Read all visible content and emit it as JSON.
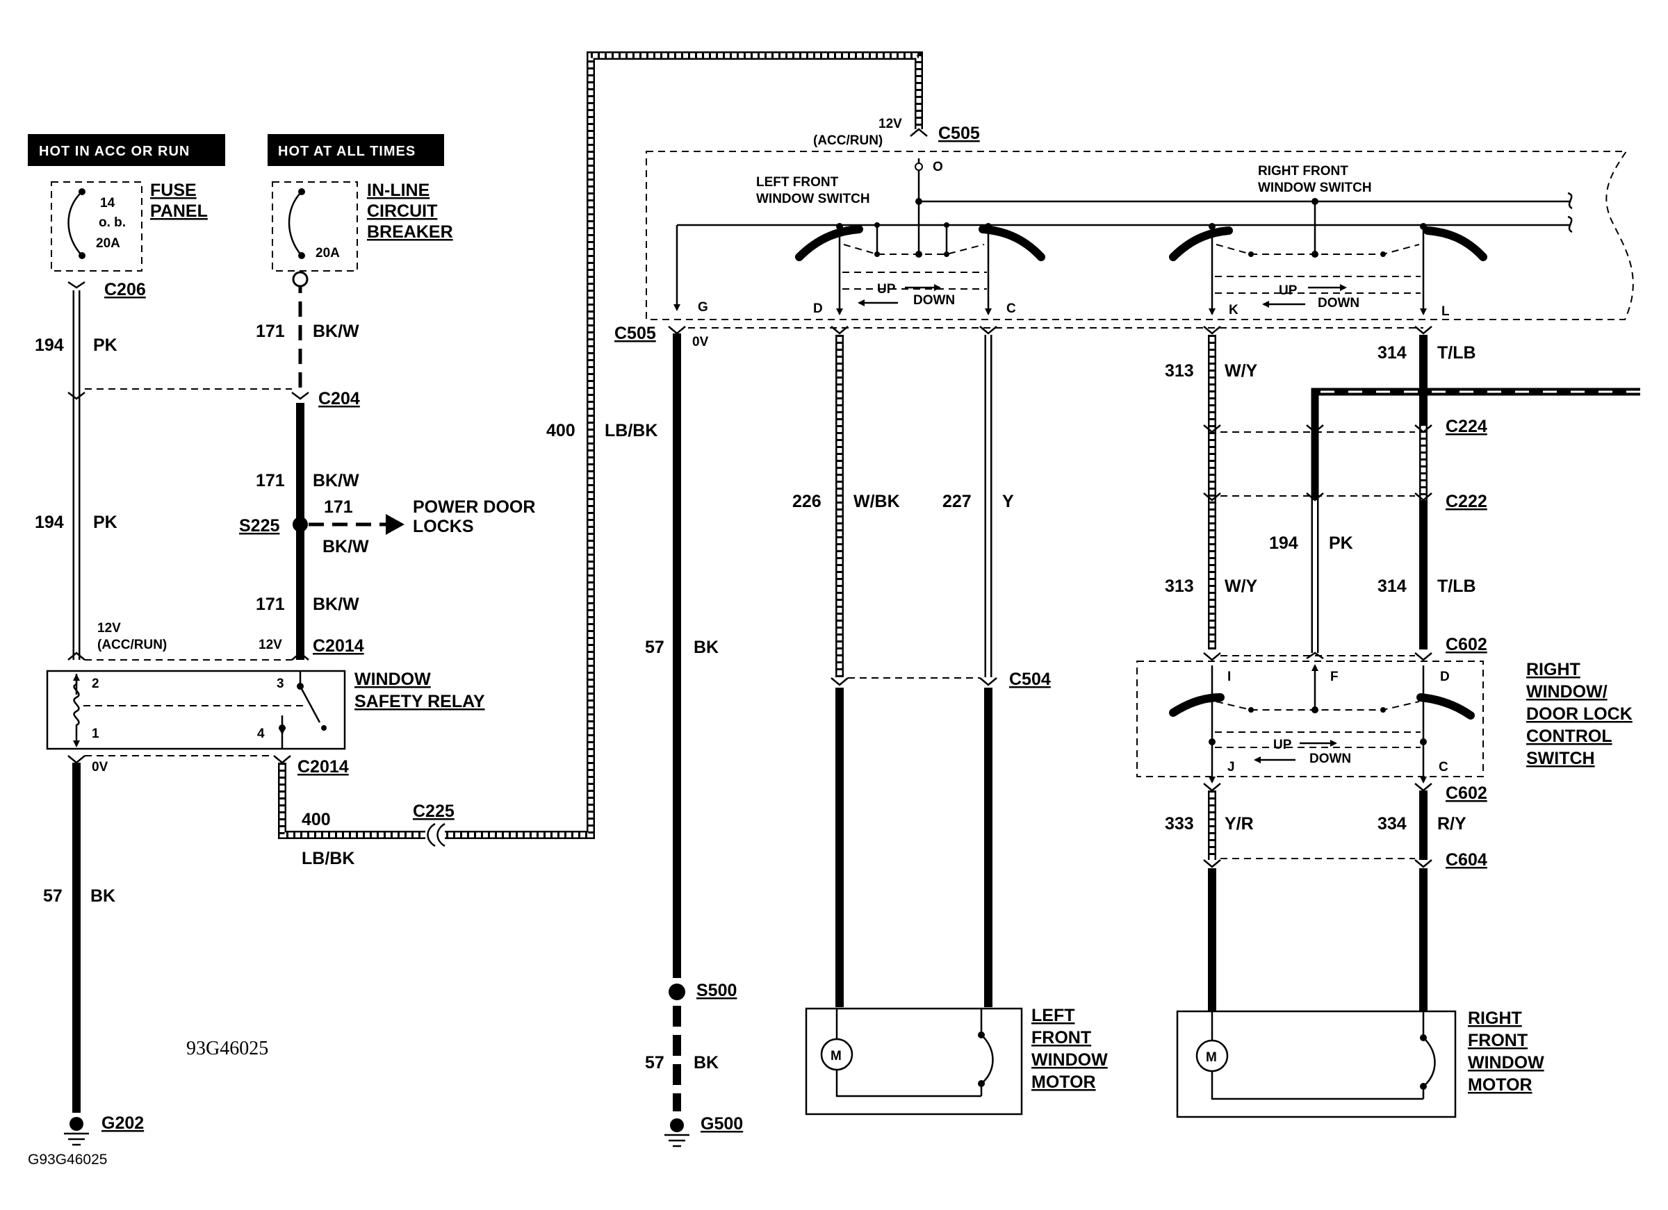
{
  "power_sources": {
    "acc_run": "HOT IN ACC OR RUN",
    "all_times": "HOT AT ALL TIMES"
  },
  "fuse_panel": {
    "title_1": "FUSE",
    "title_2": "PANEL",
    "fuse_number": "14",
    "fuse_ob": "o. b.",
    "fuse_rating": "20A"
  },
  "circuit_breaker": {
    "title_1": "IN-LINE",
    "title_2": "CIRCUIT",
    "title_3": "BREAKER",
    "rating": "20A"
  },
  "connectors": {
    "c206": "C206",
    "c204": "C204",
    "s225": "S225",
    "c2014_top": "C2014",
    "c2014_bottom": "C2014",
    "c225": "C225",
    "g202": "G202",
    "c505_top": "C505",
    "c505_left": "C505",
    "s500": "S500",
    "g500": "G500",
    "c504": "C504",
    "c224": "C224",
    "c222": "C222",
    "c602_top": "C602",
    "c602_bottom": "C602",
    "c604": "C604"
  },
  "wires": {
    "w194_a": {
      "num": "194",
      "color": "PK"
    },
    "w194_b": {
      "num": "194",
      "color": "PK"
    },
    "w171_a": {
      "num": "171",
      "color": "BK/W"
    },
    "w171_b": {
      "num": "171",
      "color": "BK/W"
    },
    "w171_c": {
      "num": "171",
      "color": "BK/W"
    },
    "w171_branch": {
      "num": "171",
      "color": "BK/W"
    },
    "w400_bottom": {
      "num": "400",
      "color": "LB/BK"
    },
    "w400_vertical": {
      "num": "400",
      "color": "LB/BK"
    },
    "w57_left": {
      "num": "57",
      "color": "BK"
    },
    "w57_mid": {
      "num": "57",
      "color": "BK"
    },
    "w57_lower": {
      "num": "57",
      "color": "BK"
    },
    "w226": {
      "num": "226",
      "color": "W/BK"
    },
    "w227": {
      "num": "227",
      "color": "Y"
    },
    "w313_a": {
      "num": "313",
      "color": "W/Y"
    },
    "w313_b": {
      "num": "313",
      "color": "W/Y"
    },
    "w314_a": {
      "num": "314",
      "color": "T/LB"
    },
    "w314_b": {
      "num": "314",
      "color": "T/LB"
    },
    "w194_right": {
      "num": "194",
      "color": "PK"
    },
    "w333": {
      "num": "333",
      "color": "Y/R"
    },
    "w334": {
      "num": "334",
      "color": "R/Y"
    }
  },
  "branch_label_1": "POWER DOOR",
  "branch_label_2": "LOCKS",
  "relay": {
    "title_1": "WINDOW",
    "title_2": "SAFETY RELAY",
    "pin2": "2",
    "pin3": "3",
    "pin1": "1",
    "pin4": "4",
    "v12_left_1": "12V",
    "v12_left_2": "(ACC/RUN)",
    "v12_right": "12V",
    "v0": "0V"
  },
  "left_switch": {
    "title_1": "LEFT FRONT",
    "title_2": "WINDOW SWITCH",
    "v12_1": "12V",
    "v12_2": "(ACC/RUN)",
    "pin_o": "O",
    "pin_g": "G",
    "pin_d": "D",
    "pin_c": "C",
    "v0": "0V",
    "up": "UP",
    "down": "DOWN"
  },
  "right_switch_front": {
    "title_1": "RIGHT FRONT",
    "title_2": "WINDOW SWITCH",
    "pin_k": "K",
    "pin_l": "L",
    "up": "UP",
    "down": "DOWN"
  },
  "right_door_switch": {
    "title_1": "RIGHT",
    "title_2": "WINDOW/",
    "title_3": "DOOR LOCK",
    "title_4": "CONTROL",
    "title_5": "SWITCH",
    "pin_i": "I",
    "pin_f": "F",
    "pin_d": "D",
    "pin_j": "J",
    "pin_c": "C",
    "up": "UP",
    "down": "DOWN"
  },
  "left_motor": {
    "title_1": "LEFT",
    "title_2": "FRONT",
    "title_3": "WINDOW",
    "title_4": "MOTOR",
    "symbol": "M"
  },
  "right_motor": {
    "title_1": "RIGHT",
    "title_2": "FRONT",
    "title_3": "WINDOW",
    "title_4": "MOTOR",
    "symbol": "M"
  },
  "diagram_code": "93G46025",
  "footer_code": "G93G46025"
}
